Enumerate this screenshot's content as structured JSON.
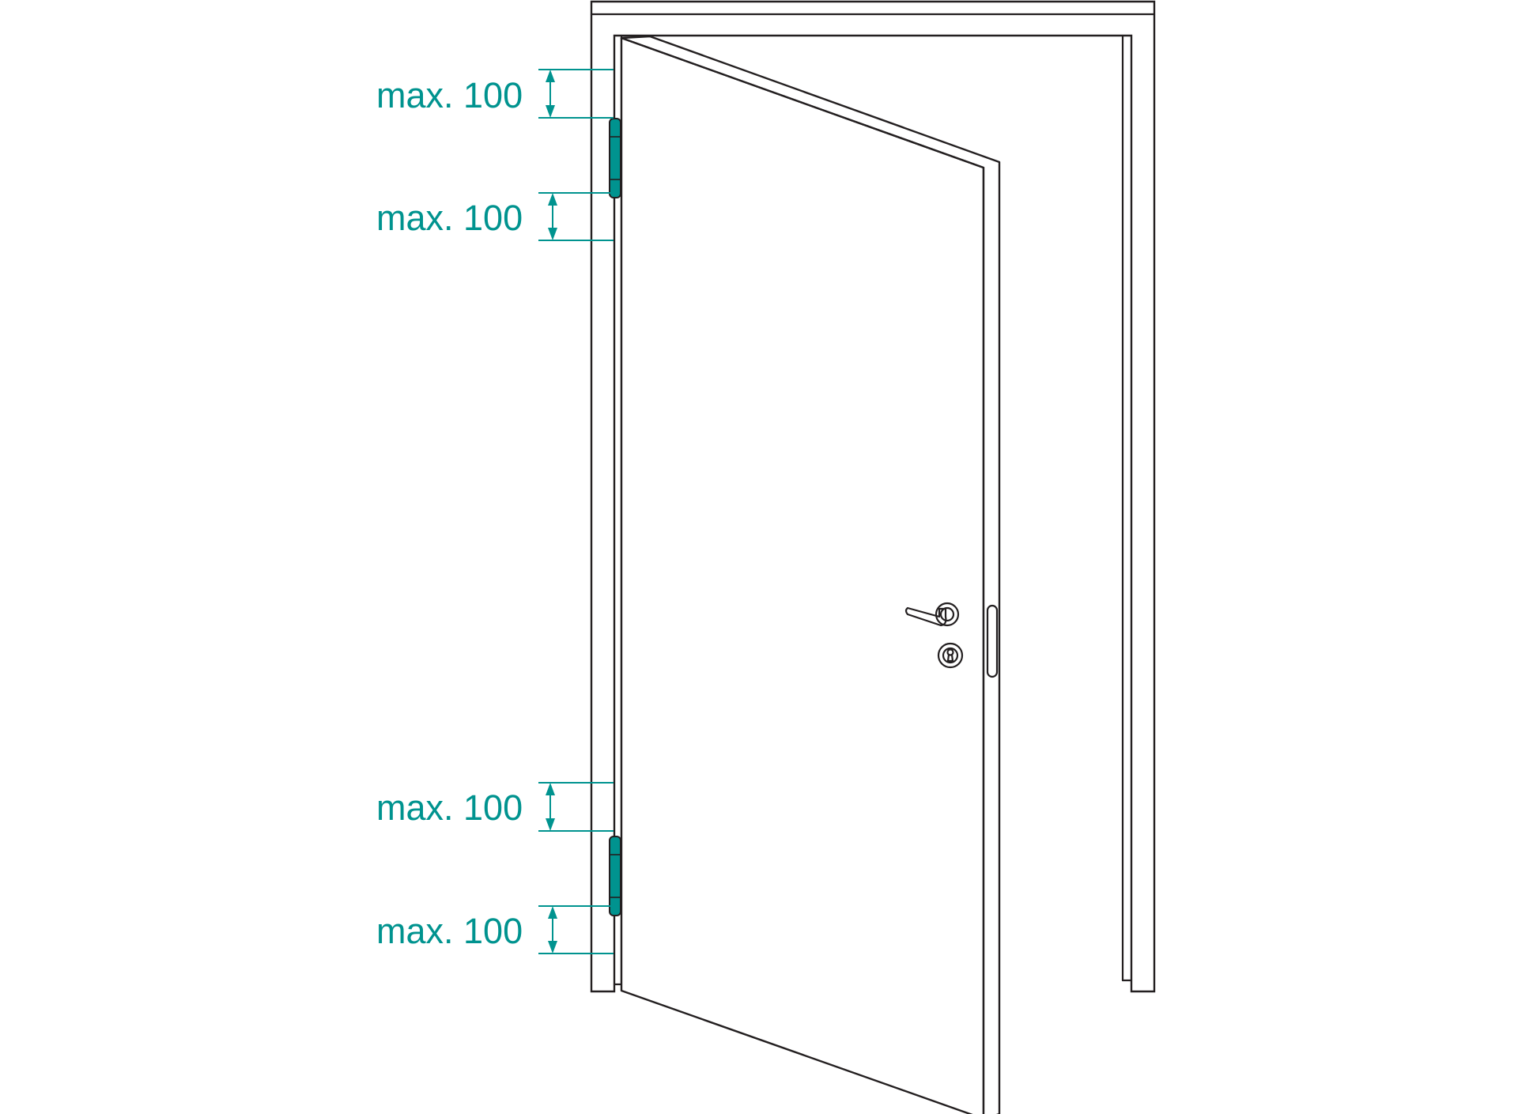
{
  "colors": {
    "accent": "#00938f",
    "outline": "#231f20"
  },
  "dimensions": [
    {
      "id": "upper-top",
      "label": "max. 100"
    },
    {
      "id": "upper-bottom",
      "label": "max. 100"
    },
    {
      "id": "lower-top",
      "label": "max. 100"
    },
    {
      "id": "lower-bottom",
      "label": "max. 100"
    }
  ],
  "icons": {
    "hinges": [
      "hinge-icon",
      "hinge-icon"
    ],
    "handle": "lever-handle-icon",
    "cylinder": "keyhole-icon",
    "strike": "strike-plate-icon"
  }
}
